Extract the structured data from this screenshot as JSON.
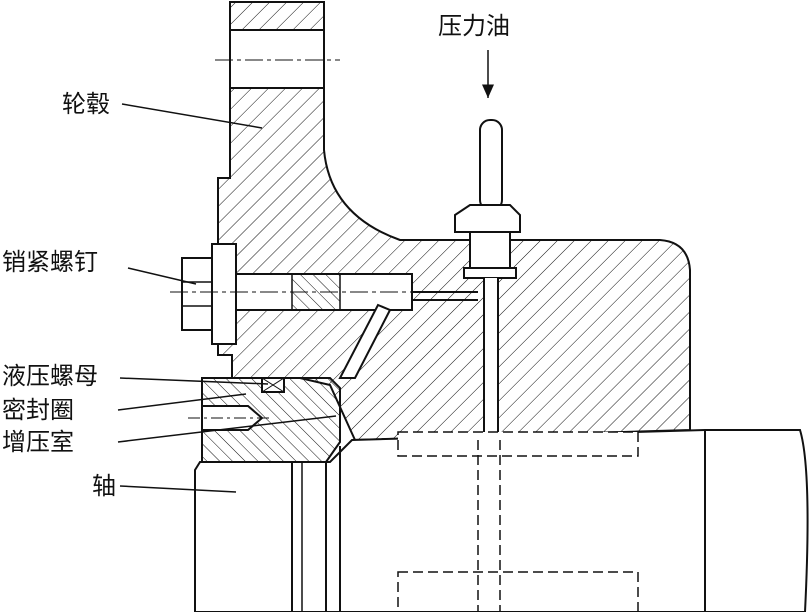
{
  "labels": {
    "oil": "压力油",
    "hub": "轮毂",
    "bolt": "销紧螺钉",
    "nut": "液压螺母",
    "seal": "密封圈",
    "chamber": "增压室",
    "shaft": "轴"
  },
  "colors": {
    "line": "#111111",
    "background": "#ffffff"
  }
}
